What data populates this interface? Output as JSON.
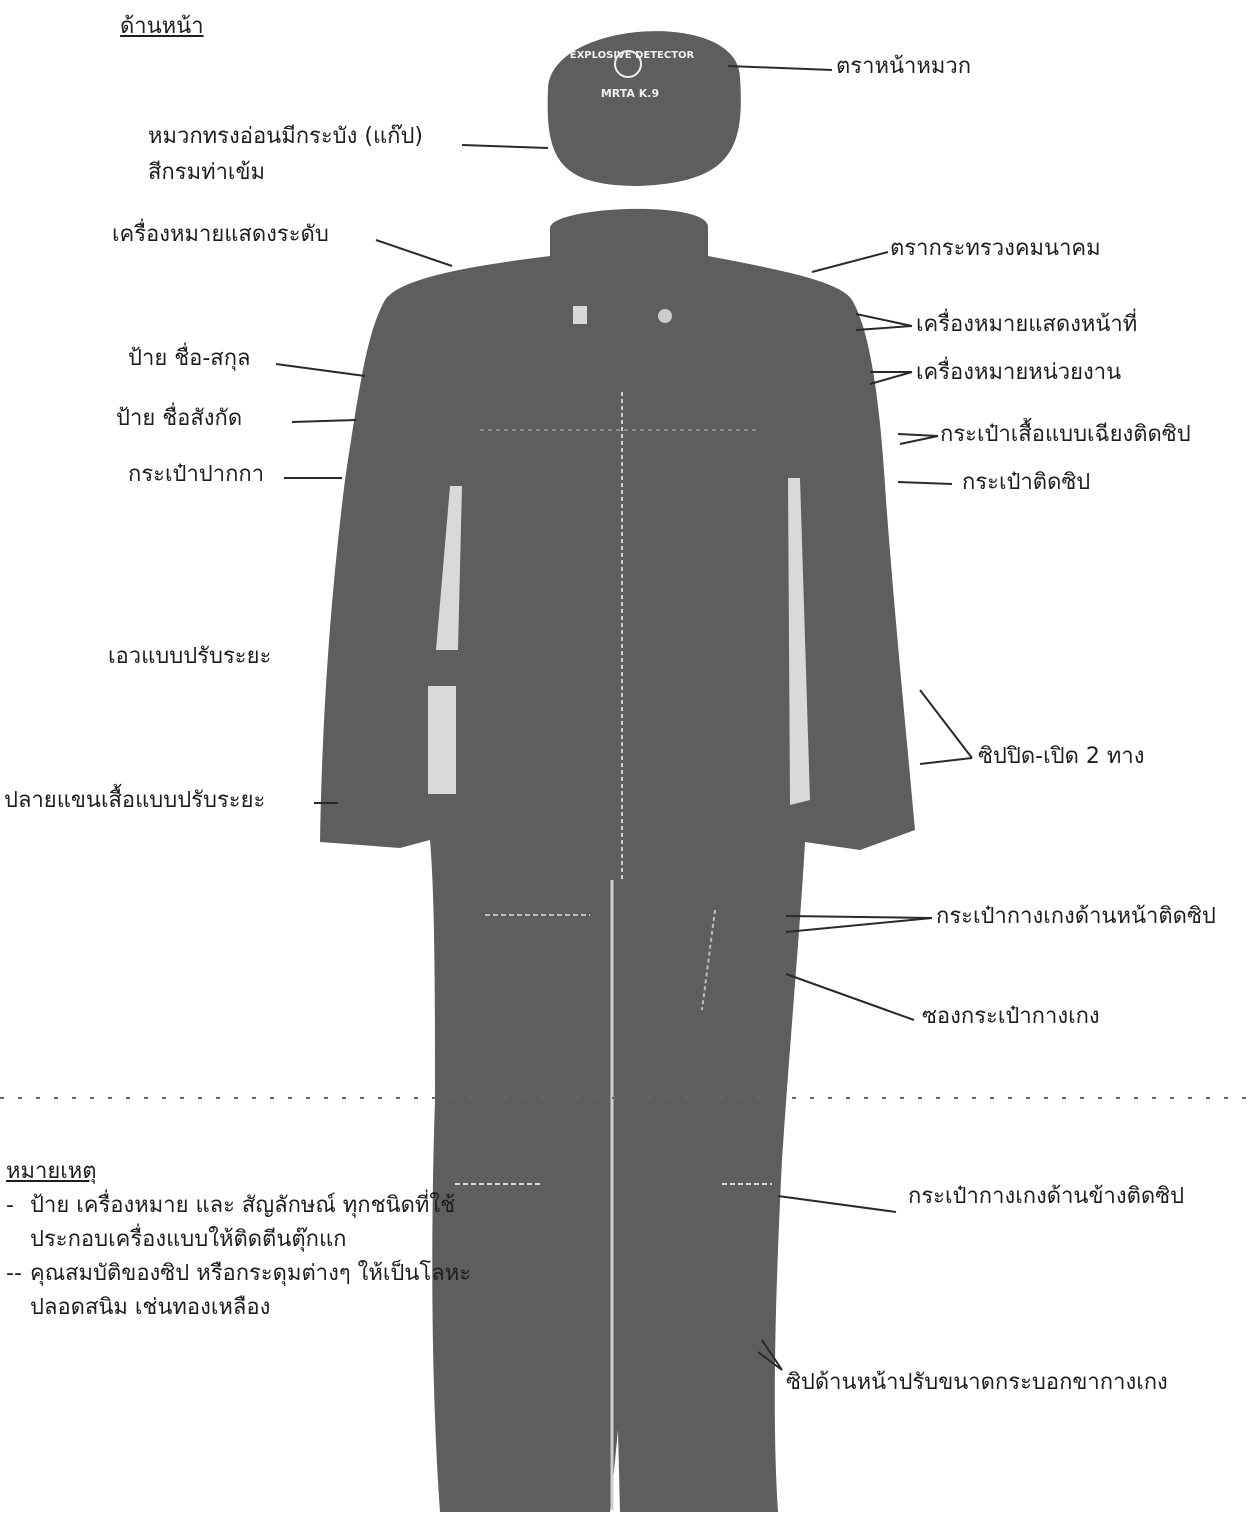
{
  "title": "ด้านหน้า",
  "colors": {
    "garment": "#5e5e5e",
    "garment_dark": "#555555",
    "line": "#2a2a2a",
    "seam": "#d9d9d9"
  },
  "cap_badge": {
    "top_text": "EXPLOSIVE DETECTOR",
    "center_text": "",
    "bottom_text": "MRTA K.9"
  },
  "labels": {
    "cap_badge": "ตราหน้าหมวก",
    "cap_line1": "หมวกทรงอ่อนมีกระบัง (แก๊ป)",
    "cap_line2": "สีกรมท่าเข้ม",
    "rank_insignia": "เครื่องหมายแสดงระดับ",
    "ministry_emblem": "ตรากระทรวงคมนาคม",
    "duty_insignia": "เครื่องหมายแสดงหน้าที่",
    "unit_insignia": "เครื่องหมายหน่วยงาน",
    "name_tag": "ป้าย ชื่อ-สกุล",
    "affiliation_tag": "ป้าย ชื่อสังกัด",
    "slant_zip_pocket": "กระเป๋าเสื้อแบบเฉียงติดซิป",
    "pen_pocket": "กระเป๋าปากกา",
    "zip_pocket": "กระเป๋าติดซิป",
    "adjustable_waist": "เอวแบบปรับระยะ",
    "two_way_zip": "ซิปปิด-เปิด 2 ทาง",
    "adjustable_cuff": "ปลายแขนเสื้อแบบปรับระยะ",
    "front_pants_pocket": "กระเป๋ากางเกงด้านหน้าติดซิป",
    "pants_pocket_flap": "ซองกระเป๋ากางเกง",
    "side_pants_pocket": "กระเป๋ากางเกงด้านข้างติดซิป",
    "leg_zip": "ซิปด้านหน้าปรับขนาดกระบอกขากางเกง"
  },
  "notes": {
    "heading": "หมายเหตุ",
    "items": [
      {
        "marker": "-",
        "text": "ป้าย เครื่องหมาย และ สัญลักษณ์ ทุกชนิดที่ใช้ประกอบเครื่องแบบให้ติดตีนตุ๊กแก"
      },
      {
        "marker": "--",
        "text": "คุณสมบัติของซิป หรือกระดุมต่างๆ ให้เป็นโลหะปลอดสนิม เช่นทองเหลือง"
      }
    ]
  }
}
